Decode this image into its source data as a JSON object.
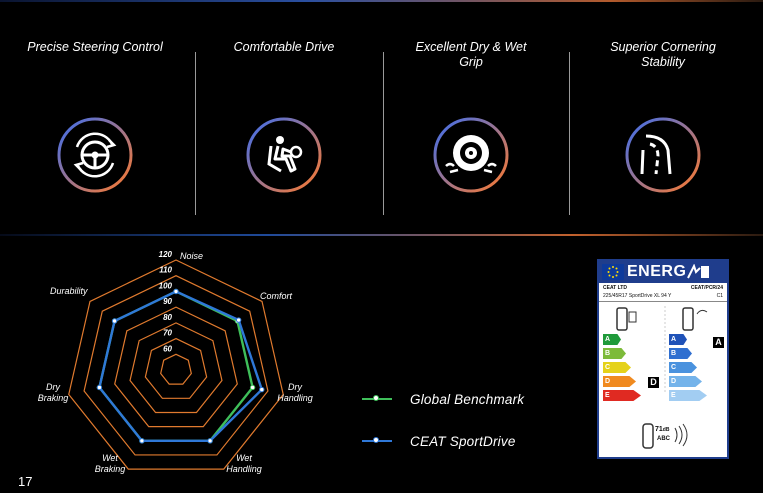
{
  "features": [
    {
      "title": "Precise Steering Control",
      "icon": "steering-rotate-icon"
    },
    {
      "title": "Comfortable Drive",
      "icon": "seated-driver-icon"
    },
    {
      "title": "Excellent Dry & Wet Grip",
      "icon": "wheel-splash-icon"
    },
    {
      "title": "Superior Cornering Stability",
      "icon": "curved-road-icon"
    }
  ],
  "radar": {
    "axes": [
      "Noise",
      "Comfort",
      "Dry Handling",
      "Wet Handling",
      "Wet Braking",
      "Dry Braking",
      "Durability"
    ],
    "scale_labels": [
      "120",
      "110",
      "100",
      "90",
      "80",
      "70",
      "60"
    ]
  },
  "chart_data": {
    "type": "radar",
    "categories": [
      "Noise",
      "Comfort",
      "Dry Handling",
      "Wet Handling",
      "Wet Braking",
      "Dry Braking",
      "Durability"
    ],
    "range": [
      50,
      120
    ],
    "rings": [
      60,
      70,
      80,
      90,
      100,
      110,
      120
    ],
    "series": [
      {
        "name": "Global Benchmark",
        "color": "#3fbf5a",
        "values": [
          100,
          100,
          100,
          100,
          100,
          100,
          100
        ]
      },
      {
        "name": "CEAT SportDrive",
        "color": "#2f78d8",
        "values": [
          100,
          101,
          106,
          100,
          100,
          100,
          100
        ]
      }
    ]
  },
  "legend": [
    {
      "label": "Global Benchmark",
      "color": "#3fbf5a"
    },
    {
      "label": "CEAT SportDrive",
      "color": "#2f78d8"
    }
  ],
  "label": {
    "title": "ENERG",
    "brand": "CEAT LTD",
    "code": "CEAT/PCR/24",
    "tyre": "225/45R17 SportDrive XL 94 Y",
    "class": "C1",
    "fuel_grades": [
      "A",
      "B",
      "C",
      "D",
      "E"
    ],
    "fuel_rating": "D",
    "wet_grades": [
      "A",
      "B",
      "C",
      "D",
      "E"
    ],
    "wet_rating": "A",
    "noise_db": "71",
    "noise_unit": "dB",
    "noise_class": "ABC"
  },
  "page_number": "17"
}
